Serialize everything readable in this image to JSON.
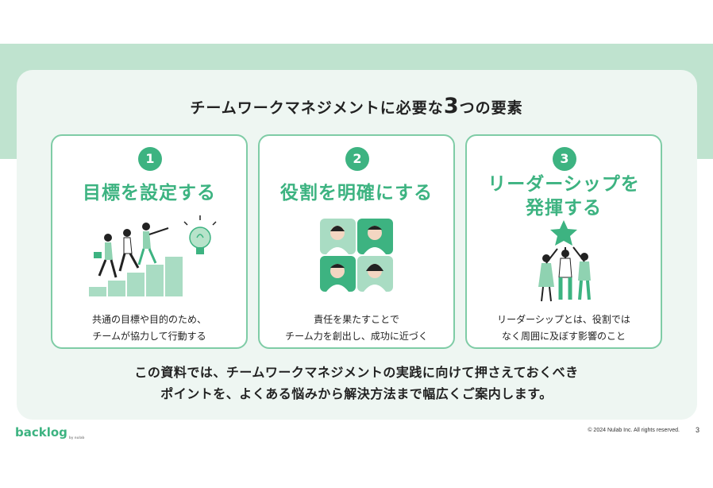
{
  "slide": {
    "title_prefix": "チームワークマネジメントに必要な",
    "title_number": "3",
    "title_suffix": "つの要素",
    "cards": [
      {
        "number": "1",
        "title": "目標を設定する",
        "desc_line1": "共通の目標や目的のため、",
        "desc_line2": "チームが協力して行動する"
      },
      {
        "number": "2",
        "title": "役割を明確にする",
        "desc_line1": "責任を果たすことで",
        "desc_line2": "チーム力を創出し、成功に近づく"
      },
      {
        "number": "3",
        "title_line1": "リーダーシップを",
        "title_line2": "発揮する",
        "desc_line1": "リーダーシップとは、役割では",
        "desc_line2": "なく周囲に及ぼす影響のこと"
      }
    ],
    "summary_line1": "この資料では、チームワークマネジメントの実践に向けて押さえておくべき",
    "summary_line2": "ポイントを、よくある悩みから解決方法まで幅広くご案内します。"
  },
  "footer": {
    "logo": "backlog",
    "logo_sub": "by nulab",
    "copyright": "© 2024 Nulab Inc. All rights reserved.",
    "page_number": "3"
  },
  "colors": {
    "accent": "#3db381",
    "band": "#bfe3cf",
    "panel": "#eef6f2",
    "card_border": "#7fcca6"
  }
}
